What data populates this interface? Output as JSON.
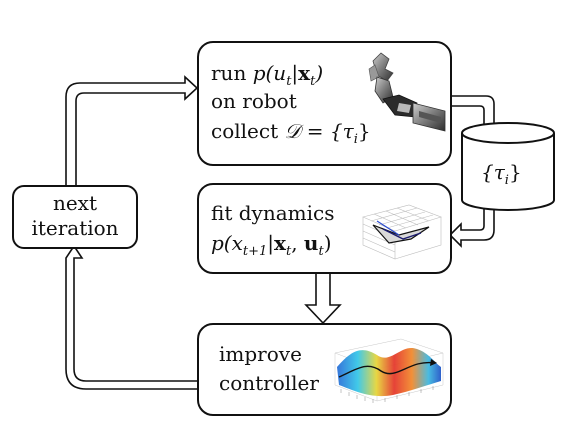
{
  "run_box": {
    "line1_prefix": "run",
    "line1_math": "p(u",
    "line2": "on robot",
    "line3_prefix": "collect",
    "line3_math": "𝒟 = {τ",
    "robot_icon": "robot-arm-icon"
  },
  "fit_box": {
    "line1": "fit dynamics",
    "line2_math": "p(x",
    "plot_icon": "3d-dynamics-plot-icon"
  },
  "improve_box": {
    "line1": "improve",
    "line2": "controller",
    "plot_icon": "cost-surface-plot-icon"
  },
  "next_box": {
    "line1": "next",
    "line2": "iteration"
  },
  "dataset": {
    "label": "{τ",
    "shape": "cylinder-icon"
  }
}
